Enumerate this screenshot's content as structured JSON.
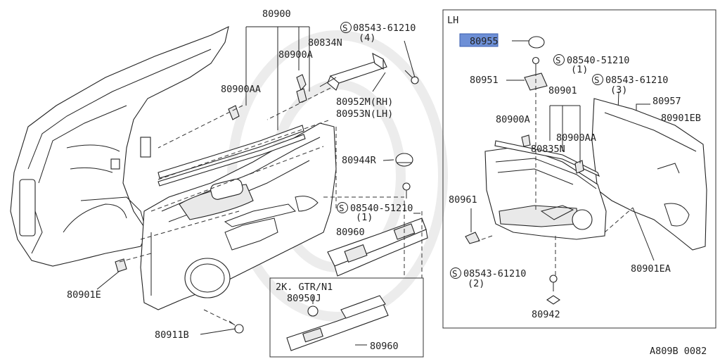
{
  "diagram": {
    "doc_code": "A809B 0082",
    "lh_box_title": "LH",
    "inset_title": "2K. GTR/N1",
    "highlight_color": "#6d8fd6",
    "fastener_symbol": "S",
    "main_labels": {
      "p80900": "80900",
      "p80834n": "80834N",
      "p80900a": "80900A",
      "p80900aa": "80900AA",
      "s08543_top": "08543-61210",
      "s08543_top_qty": "(4)",
      "p80952m": "80952M(RH)",
      "p80953n": "80953N(LH)",
      "p80944r": "80944R",
      "s08540_main": "08540-51210",
      "s08540_main_qty": "(1)",
      "p80960": "80960",
      "p80901e": "80901E",
      "p80911b": "80911B",
      "p80950j": "80950J",
      "p80960_inset": "80960"
    },
    "lh_labels": {
      "p80955": "80955",
      "s08540_lh": "08540-51210",
      "s08540_lh_qty": "(1)",
      "p80951": "80951",
      "p80901": "80901",
      "s08543_lh": "08543-61210",
      "s08543_lh_qty": "(3)",
      "p80957": "80957",
      "p80900a": "80900A",
      "p80901eb": "80901EB",
      "p80900aa": "80900AA",
      "p80835n": "80835N",
      "p80961": "80961",
      "p80901ea": "80901EA",
      "s08543_lh2": "08543-61210",
      "s08543_lh2_qty": "(2)",
      "p80942": "80942"
    }
  }
}
